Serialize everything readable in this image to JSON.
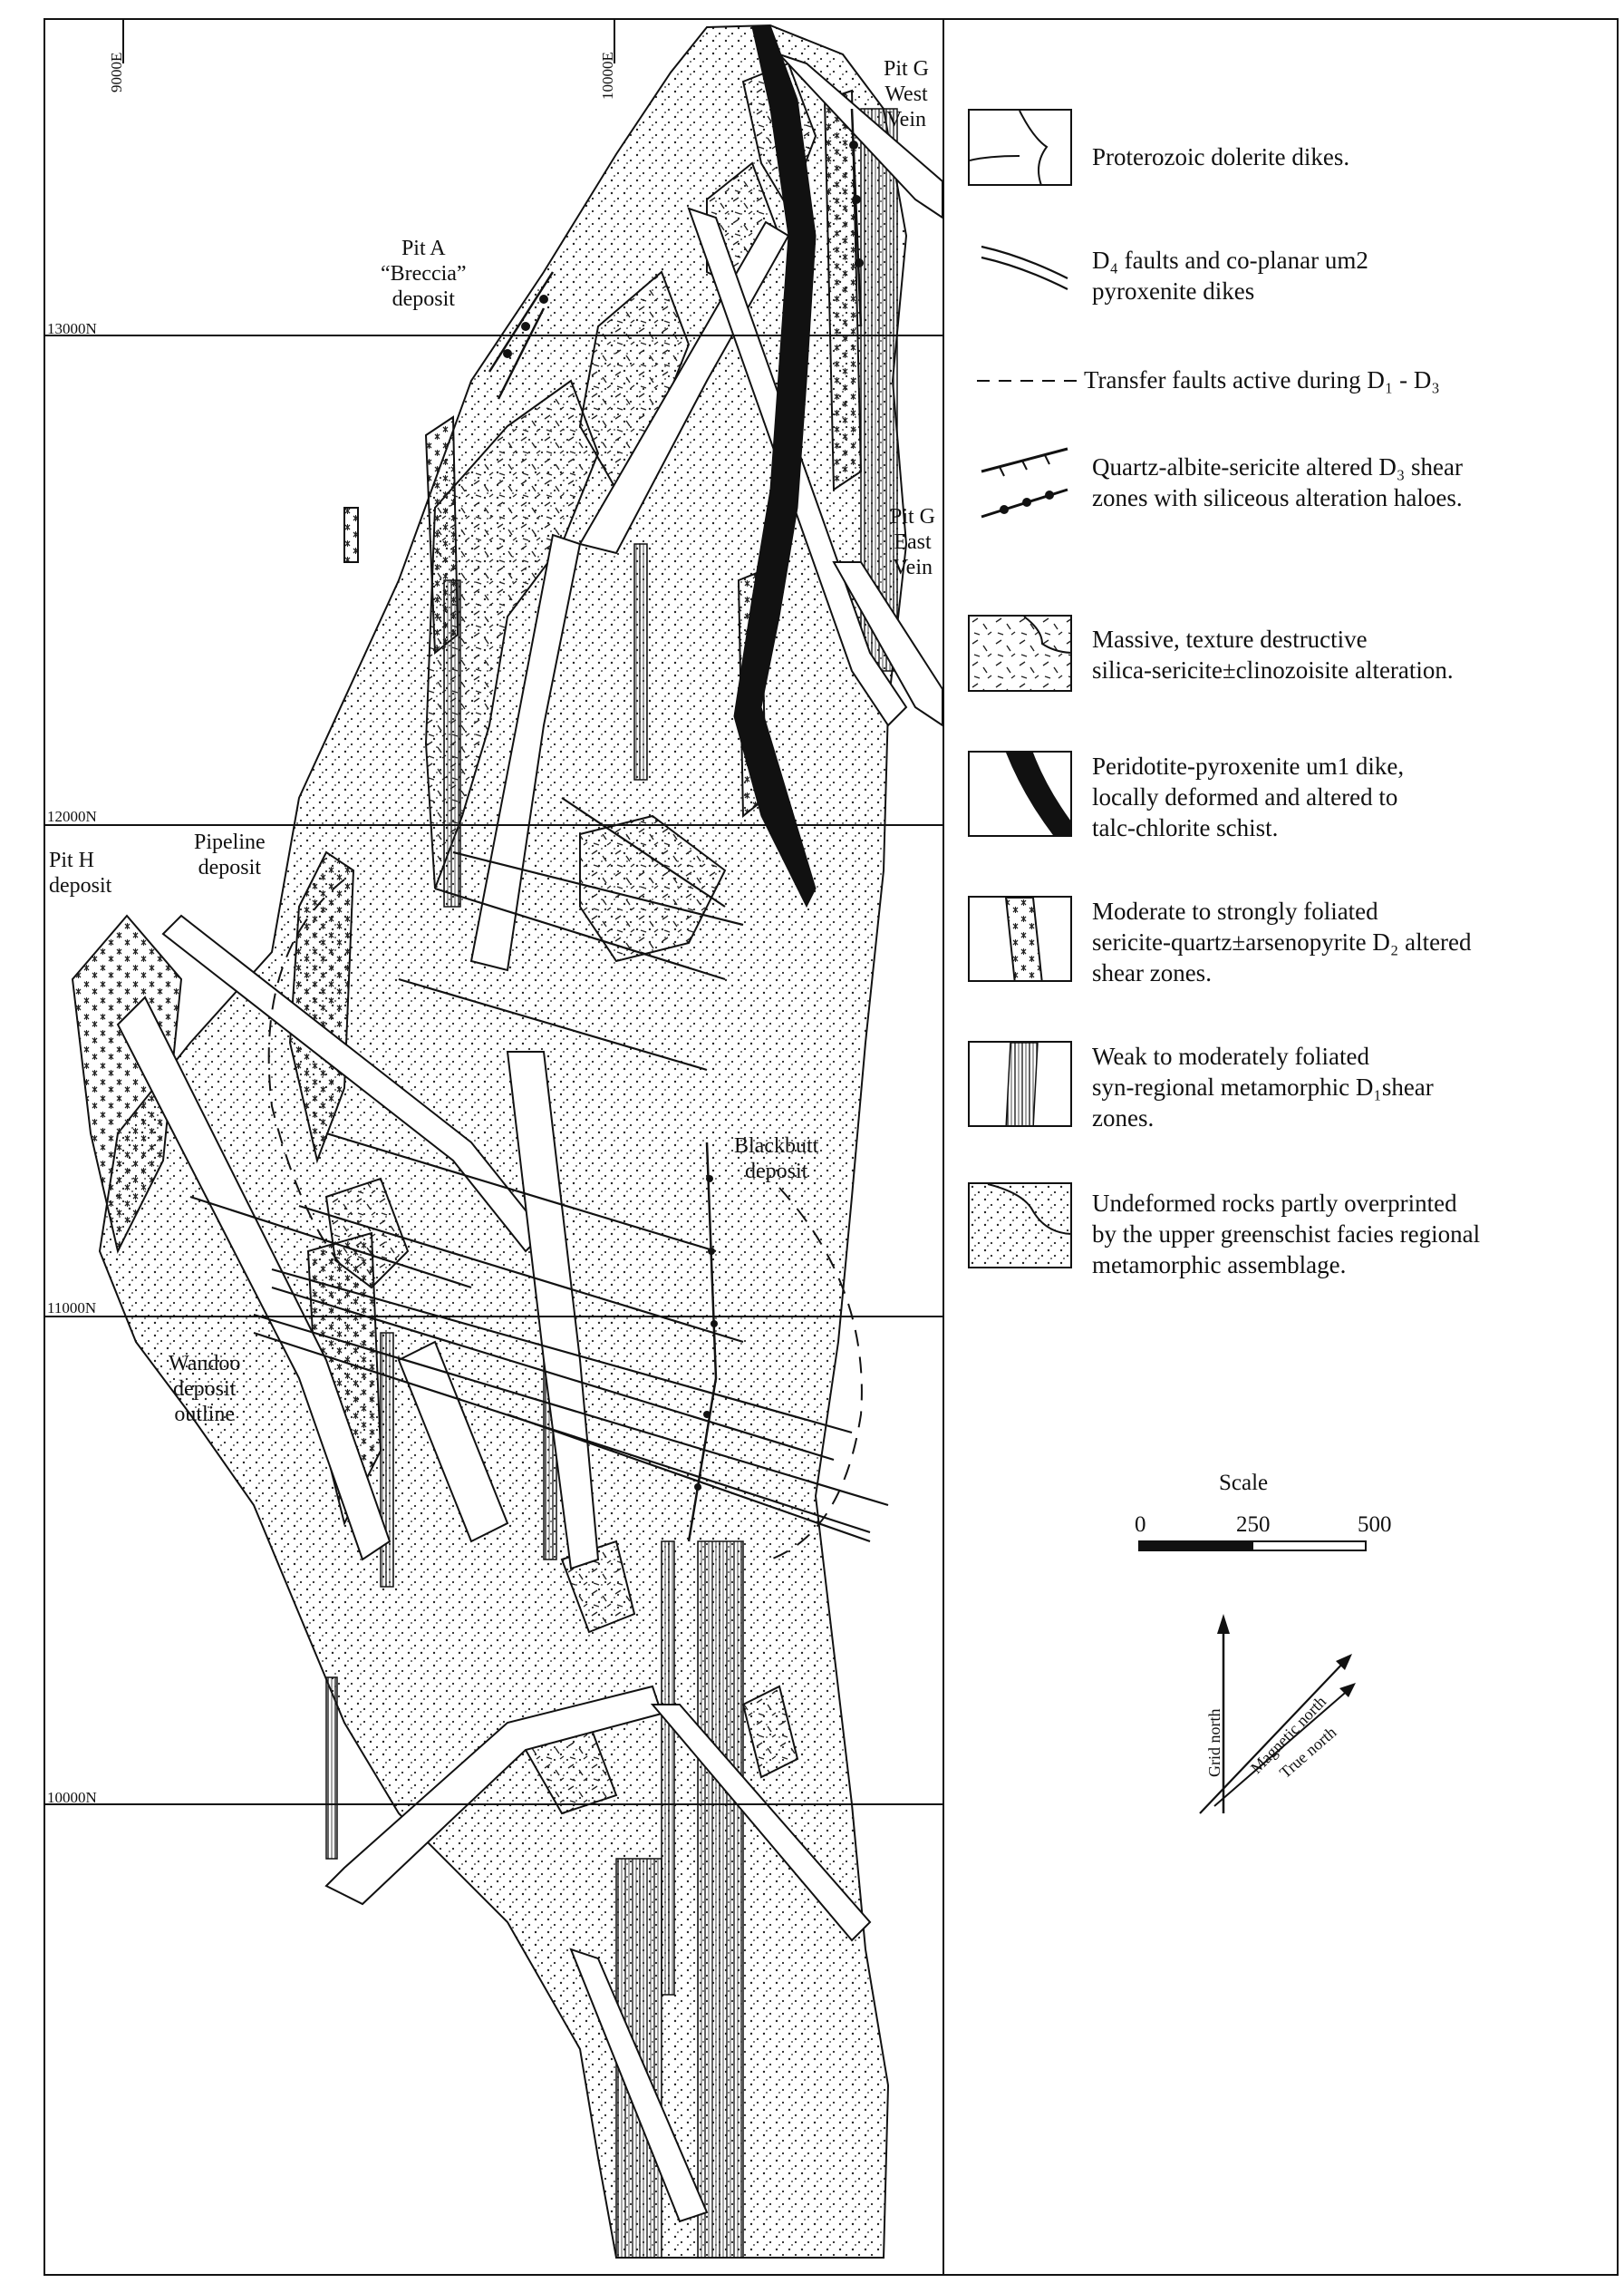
{
  "grid": {
    "eastings": [
      "9000E",
      "10000E"
    ],
    "northings": [
      "13000N",
      "12000N",
      "11000N",
      "10000N"
    ]
  },
  "map_labels": {
    "pit_g_west": [
      "Pit G",
      "West",
      "Vein"
    ],
    "pit_a": [
      "Pit A",
      "“Breccia”",
      "deposit"
    ],
    "pit_g_east": [
      "Pit G",
      "East",
      "Vein"
    ],
    "pit_h": [
      "Pit H",
      "deposit"
    ],
    "pipeline": [
      "Pipeline",
      "deposit"
    ],
    "blackbutt": [
      "Blackbutt",
      "deposit"
    ],
    "wandoo": [
      "Wandoo",
      "deposit",
      "outline"
    ]
  },
  "legend": [
    {
      "symbol": "dolerite-dikes",
      "lines": [
        "Proterozoic dolerite dikes."
      ]
    },
    {
      "symbol": "d4-faults",
      "lines": [
        "D₄ faults and co-planar um2",
        "pyroxenite dikes"
      ]
    },
    {
      "symbol": "transfer-faults",
      "lines": [
        "Transfer faults active during D₁ - D₃"
      ]
    },
    {
      "symbol": "d3-shear-zones",
      "lines": [
        "Quartz-albite-sericite altered D₃ shear",
        "zones with siliceous alteration haloes."
      ]
    },
    {
      "symbol": "silica-sericite-alteration",
      "lines": [
        "Massive, texture destructive",
        "silica-sericite±clinozoisite alteration."
      ]
    },
    {
      "symbol": "um1-dike",
      "lines": [
        "Peridotite-pyroxenite um1 dike,",
        "locally deformed and altered to",
        "talc-chlorite schist."
      ]
    },
    {
      "symbol": "d2-shear-zones",
      "lines": [
        "Moderate to strongly foliated",
        "sericite-quartz±arsenopyrite D₂ altered",
        "shear zones."
      ]
    },
    {
      "symbol": "d1-shear-zones",
      "lines": [
        "Weak to moderately foliated",
        "syn-regional metamorphic D₁shear",
        "zones."
      ]
    },
    {
      "symbol": "undeformed-rocks",
      "lines": [
        "Undeformed rocks partly overprinted",
        "by the upper greenschist facies regional",
        "metamorphic assemblage."
      ]
    }
  ],
  "scale": {
    "title": "Scale",
    "ticks": [
      "0",
      "250",
      "500"
    ]
  },
  "north": {
    "grid": "Grid north",
    "magnetic": "Magnetic north",
    "true": "True north"
  }
}
